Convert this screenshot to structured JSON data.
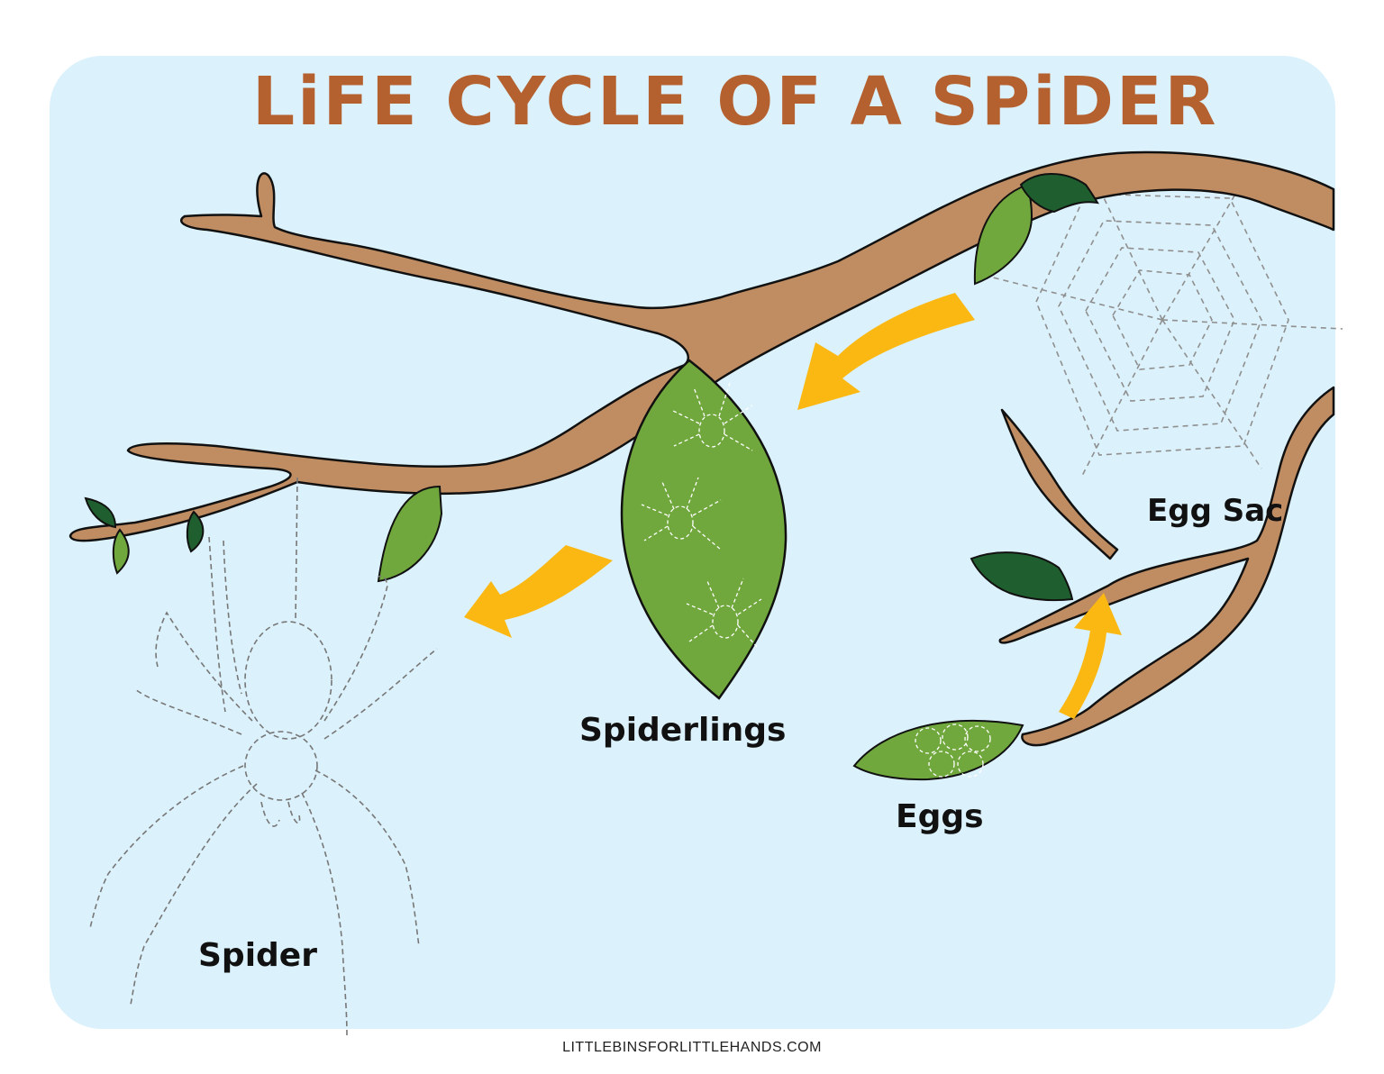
{
  "title": "LiFE CYCLE OF A SPiDER",
  "stages": {
    "spiderlings": "Spiderlings",
    "eggs": "Eggs",
    "egg_sac": "Egg Sac",
    "spider": "Spider"
  },
  "footer": "LITTLEBINSFORLITTLEHANDS.COM",
  "colors": {
    "background_panel": "#dbf1fb",
    "title": "#b5602f",
    "branch": "#c08c62",
    "leaf_light": "#70a83d",
    "leaf_dark": "#1f5e2e",
    "arrow": "#fbb812",
    "trace_line": "#8a8a8a"
  },
  "cycle_order": [
    "Eggs",
    "Egg Sac",
    "Spiderlings",
    "Spider"
  ]
}
